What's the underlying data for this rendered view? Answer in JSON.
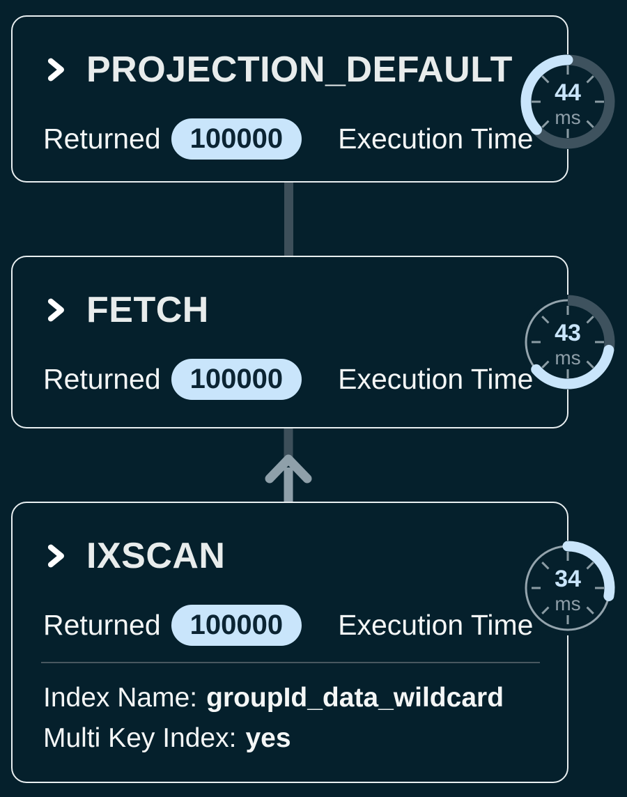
{
  "theme": {
    "page_bg": "#05202c",
    "card_bg": "#05202c",
    "card_border": "#e9eff1",
    "text_primary": "#f4f6f6",
    "title_color": "#e8ecec",
    "accent_light_blue": "#c9e5fb",
    "badge_text": "#0b2433",
    "arc_dark": "#3e525e",
    "arc_light": "#c9e5fb",
    "ring_base": "#94a4ad",
    "tick_color": "#a3b2ba",
    "ms_color": "#8e9ea8",
    "connector_dark": "#3d4f5a",
    "connector_light": "#8fa0aa",
    "divider_color": "#485860"
  },
  "stages": [
    {
      "title": "PROJECTION_DEFAULT",
      "returned_label": "Returned",
      "returned_value": "100000",
      "execution_label": "Execution Time",
      "clock": {
        "value": "44",
        "unit": "ms",
        "arcs": [
          {
            "from": 0,
            "to": 228,
            "tone": "dark"
          },
          {
            "from": 228,
            "to": 360,
            "tone": "light"
          }
        ]
      }
    },
    {
      "title": "FETCH",
      "returned_label": "Returned",
      "returned_value": "100000",
      "execution_label": "Execution Time",
      "clock": {
        "value": "43",
        "unit": "ms",
        "arcs": [
          {
            "from": 0,
            "to": 101,
            "tone": "dark"
          },
          {
            "from": 101,
            "to": 229,
            "tone": "light"
          }
        ]
      }
    },
    {
      "title": "IXSCAN",
      "returned_label": "Returned",
      "returned_value": "100000",
      "execution_label": "Execution Time",
      "clock": {
        "value": "34",
        "unit": "ms",
        "arcs": [
          {
            "from": 0,
            "to": 101,
            "tone": "light"
          }
        ]
      },
      "details": [
        {
          "label": "Index Name:",
          "value": "groupId_data_wildcard"
        },
        {
          "label": "Multi Key Index:",
          "value": "yes"
        }
      ]
    }
  ],
  "connectors": [
    {
      "from": "PROJECTION_DEFAULT",
      "to": "FETCH",
      "type": "line"
    },
    {
      "from": "FETCH",
      "to": "IXSCAN",
      "type": "arrow-up"
    }
  ]
}
